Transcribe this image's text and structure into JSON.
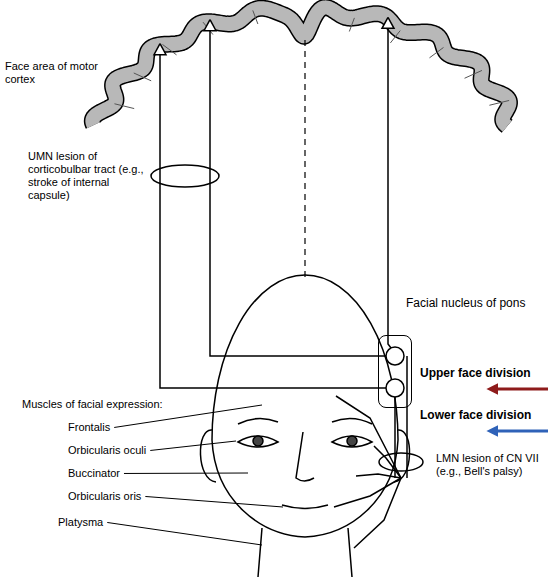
{
  "diagram": {
    "nodes": [
      {
        "text": [
          "Facial nucleus of pons"
        ]
      }
    ],
    "labels": [
      "Face area of motor cortex",
      "UMN lesion of corticobulbar tract (e.g., stroke of internal capsule)",
      "Upper face division",
      "Lower face division",
      "LMN lesion of CN VII (e.g., Bell's palsy)",
      "Muscles of facial expression:",
      "Frontalis",
      "Orbicularis oculi",
      "Buccinator",
      "Orbicularis oris",
      "Platysma"
    ]
  }
}
